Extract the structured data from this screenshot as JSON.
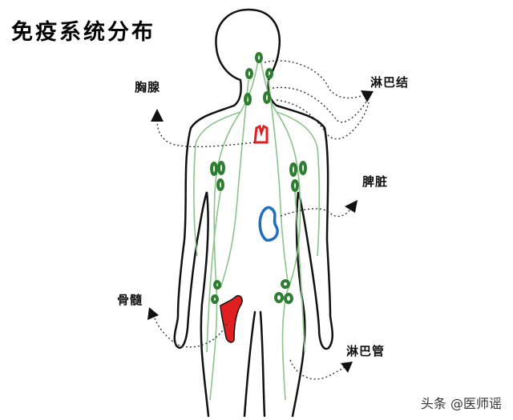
{
  "title": "免疫系统分布",
  "labels": {
    "thymus": "胸腺",
    "lymph_node": "淋巴结",
    "spleen": "脾脏",
    "bone_marrow": "骨髓",
    "lymph_vessel": "淋巴管"
  },
  "watermark": "头条 @医师谣",
  "colors": {
    "outline": "#111111",
    "lymph": "#2e7d32",
    "vessel": "#8bc48a",
    "thymus": "#e02020",
    "spleen": "#1f6fc0",
    "marrow": "#e02020"
  }
}
